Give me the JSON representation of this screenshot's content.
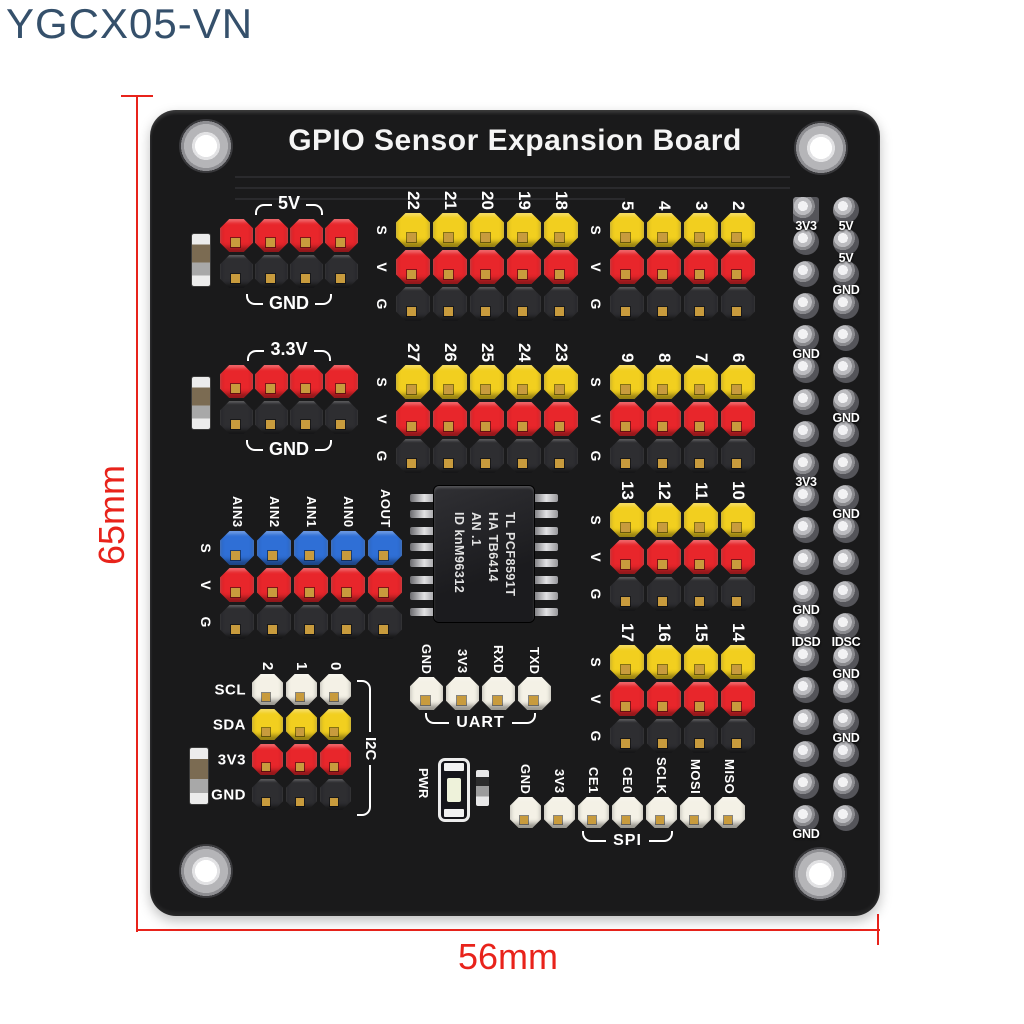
{
  "watermark": "YGCX05-VN",
  "dimension_labels": {
    "height": "65mm",
    "width": "56mm"
  },
  "board_title": "GPIO Sensor Expansion Board",
  "colors": {
    "board": "#1a1a1b",
    "pin_red": "#e8262b",
    "pin_yellow": "#f2cf1f",
    "pin_black": "#2e2e31",
    "pin_white": "#f4f1e6",
    "pin_blue": "#2f6fd6",
    "pad_gold": "#c89b3d",
    "silk": "#f2f2f2",
    "dim": "#e8231b",
    "watermark": "#35506b"
  },
  "gpio_groups": [
    {
      "numbers": [
        "22",
        "21",
        "20",
        "19",
        "18"
      ],
      "row_labels": [
        "S",
        "V",
        "G"
      ],
      "row_colors": [
        "yellow",
        "red",
        "black"
      ]
    },
    {
      "numbers": [
        "27",
        "26",
        "25",
        "24",
        "23"
      ],
      "row_labels": [
        "S",
        "V",
        "G"
      ],
      "row_colors": [
        "yellow",
        "red",
        "black"
      ]
    },
    {
      "numbers": [
        "5",
        "4",
        "3",
        "2"
      ],
      "row_labels": [
        "S",
        "V",
        "G"
      ],
      "row_colors": [
        "yellow",
        "red",
        "black"
      ]
    },
    {
      "numbers": [
        "9",
        "8",
        "7",
        "6"
      ],
      "row_labels": [
        "S",
        "V",
        "G"
      ],
      "row_colors": [
        "yellow",
        "red",
        "black"
      ]
    },
    {
      "numbers": [
        "13",
        "12",
        "11",
        "10"
      ],
      "row_labels": [
        "S",
        "V",
        "G"
      ],
      "row_colors": [
        "yellow",
        "red",
        "black"
      ]
    },
    {
      "numbers": [
        "17",
        "16",
        "15",
        "14"
      ],
      "row_labels": [
        "S",
        "V",
        "G"
      ],
      "row_colors": [
        "yellow",
        "red",
        "black"
      ]
    }
  ],
  "blocks": {
    "power5v": {
      "top": "5V",
      "bottom": "GND",
      "pin_count": 4,
      "row_colors": [
        "red",
        "black"
      ]
    },
    "power33v": {
      "top": "3.3V",
      "bottom": "GND",
      "pin_count": 4,
      "row_colors": [
        "red",
        "black"
      ]
    },
    "analog": {
      "columns": [
        "AIN3",
        "AIN2",
        "AIN1",
        "AIN0",
        "AOUT"
      ],
      "row_labels": [
        "S",
        "V",
        "G"
      ],
      "row_colors": [
        "blue",
        "red",
        "black"
      ]
    },
    "i2c": {
      "columns": [
        "2",
        "1",
        "0"
      ],
      "row_labels": [
        "SCL",
        "SDA",
        "3V3",
        "GND"
      ],
      "row_colors": [
        "white",
        "yellow",
        "red",
        "black"
      ],
      "group_label": "I2C"
    },
    "uart": {
      "columns": [
        "GND",
        "3V3",
        "RXD",
        "TXD"
      ],
      "group_label": "UART"
    },
    "spi": {
      "columns": [
        "GND",
        "3V3",
        "CE1",
        "CE0",
        "SCLK",
        "MOSI",
        "MISO"
      ],
      "group_label": "SPI"
    },
    "pwr_led": {
      "label": "PWR"
    }
  },
  "chip": {
    "lines": [
      "TL PCF8591T",
      "HA TB6414",
      "AN .1",
      "ID knM96312"
    ]
  },
  "pi_header": {
    "rows": 20,
    "labels": [
      {
        "row": 1,
        "side": "left",
        "text": "3V3"
      },
      {
        "row": 1,
        "side": "right",
        "text": "5V"
      },
      {
        "row": 2,
        "side": "right",
        "text": "5V"
      },
      {
        "row": 3,
        "side": "right",
        "text": "GND"
      },
      {
        "row": 5,
        "side": "left",
        "text": "GND"
      },
      {
        "row": 7,
        "side": "right",
        "text": "GND"
      },
      {
        "row": 9,
        "side": "left",
        "text": "3V3"
      },
      {
        "row": 10,
        "side": "right",
        "text": "GND"
      },
      {
        "row": 13,
        "side": "left",
        "text": "GND"
      },
      {
        "row": 14,
        "side": "left",
        "text": "IDSD"
      },
      {
        "row": 14,
        "side": "right",
        "text": "IDSC"
      },
      {
        "row": 15,
        "side": "right",
        "text": "GND"
      },
      {
        "row": 17,
        "side": "right",
        "text": "GND"
      },
      {
        "row": 20,
        "side": "left",
        "text": "GND"
      }
    ]
  }
}
